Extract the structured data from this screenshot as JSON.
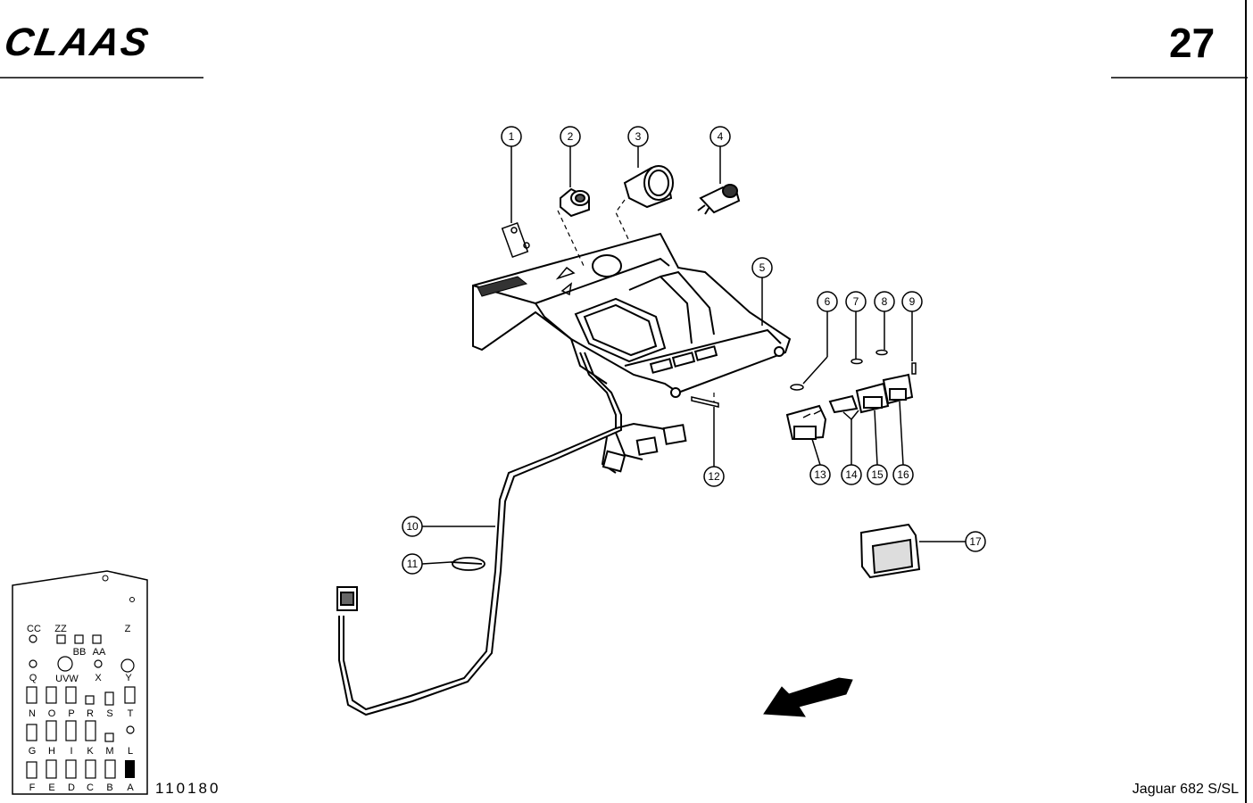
{
  "header": {
    "brand": "CLAAS",
    "page_number": "27"
  },
  "footer": {
    "drawing_number": "110180",
    "model": "Jaguar 682 S/SL"
  },
  "callouts": [
    "1",
    "2",
    "3",
    "4",
    "5",
    "6",
    "7",
    "8",
    "9",
    "10",
    "11",
    "12",
    "13",
    "14",
    "15",
    "16",
    "17"
  ],
  "locator_labels": [
    "CC",
    "ZZ",
    "BB",
    "AA",
    "Z",
    "Q",
    "UVW",
    "X",
    "Y",
    "N",
    "O",
    "P",
    "R",
    "S",
    "T",
    "G",
    "H",
    "I",
    "K",
    "M",
    "L",
    "F",
    "E",
    "D",
    "C",
    "B",
    "A"
  ]
}
